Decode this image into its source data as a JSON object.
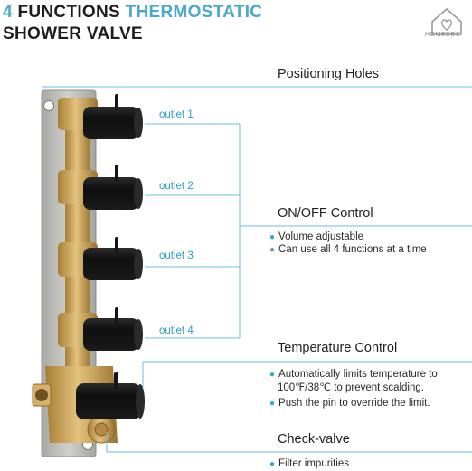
{
  "title": {
    "number": "4",
    "word_functions": "FUNCTIONS",
    "word_thermostatic": "THERMOSTATIC",
    "line2": "SHOWER VALVE"
  },
  "logo": {
    "text": "HOMEDEC"
  },
  "outlets": [
    "outlet 1",
    "outlet 2",
    "outlet 3",
    "outlet 4"
  ],
  "sections": {
    "positioning": {
      "heading": "Positioning Holes"
    },
    "onoff": {
      "heading": "ON/OFF Control",
      "bullets": [
        "Volume adjustable",
        "Can use all 4 functions at a time"
      ]
    },
    "temperature": {
      "heading": "Temperature Control",
      "bullets": [
        "Automatically limits temperature to",
        "100℉/38℃ to prevent scalding.",
        "Push the pin to override the limit."
      ]
    },
    "checkvalve": {
      "heading": "Check-valve",
      "bullets": [
        "Filter impurities"
      ]
    }
  },
  "colors": {
    "accent": "#4aa8c8",
    "brass": "#c9a25a",
    "knob": "#1c1c1c",
    "plate": "#b9b9b6"
  }
}
